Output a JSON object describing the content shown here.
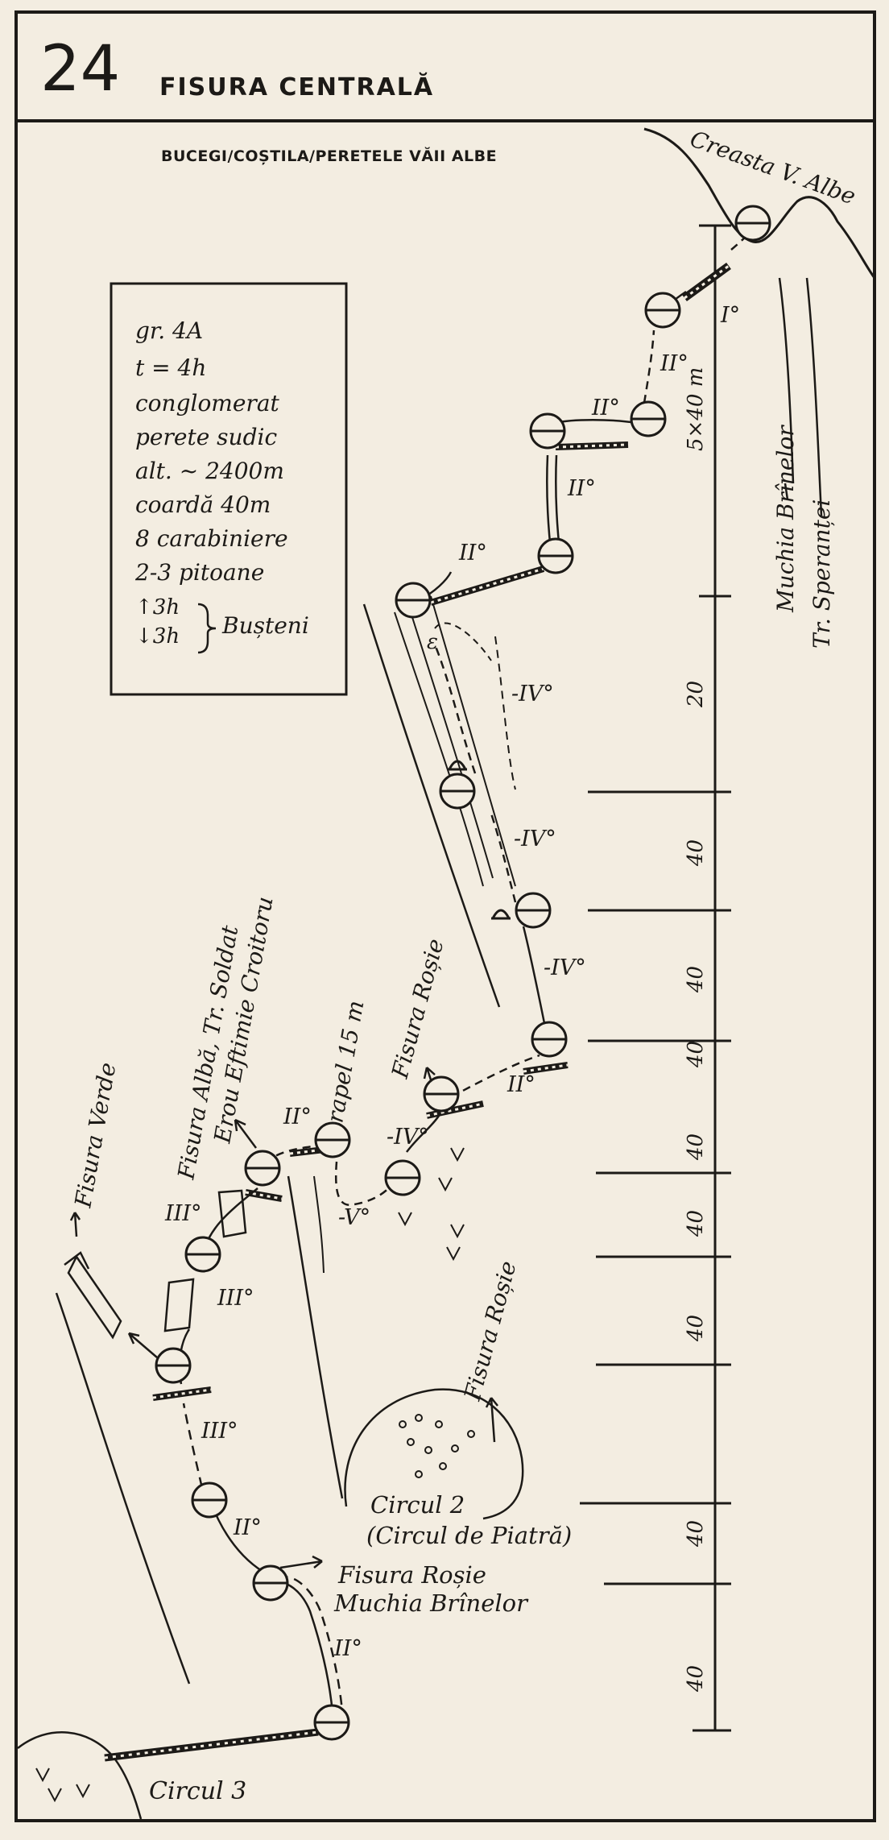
{
  "header": {
    "number": "24",
    "title": "FISURA CENTRALĂ",
    "subtitle": "BUCEGI/COȘTILA/PERETELE VĂII ALBE"
  },
  "info": {
    "lines": [
      "gr. 4A",
      "t = 4h",
      "conglomerat",
      "perete sudic",
      "alt. ~ 2400m",
      "coardă 40m",
      "8 carabiniere",
      "2-3 pitoane"
    ],
    "up": "↑3h",
    "down": "↓3h",
    "town": "Bușteni"
  },
  "labels": {
    "creasta": "Creasta V. Albe",
    "muchia_top": "Muchia Brînelor",
    "tr_sperantei": "Tr. Speranței",
    "five_by_forty": "5×40 m",
    "fisura_rosie_a": "Fisura Roșie",
    "fisura_rosie_b": "Fisura Roșie",
    "fisura_alba": "Fisura Albă, Tr. Soldat",
    "erou": "Erou Eftimie Croitoru",
    "rapel": "rapel 15 m",
    "fisura_verde": "Fisura Verde",
    "circul2": "Circul 2",
    "circul_piatra": "(Circul de Piatră)",
    "fisura_rosie_c": "Fisura Roșie",
    "muchia_bottom": "Muchia Brînelor",
    "circul3": "Circul 3"
  },
  "grades": {
    "g1": "I°",
    "g2": "II°",
    "g3": "II°",
    "g4": "II°",
    "g5": "II°",
    "g6": "-IV°",
    "g7": "-IV°",
    "g8": "-IV°",
    "g9": "II°",
    "g10": "-IV°",
    "g11": "-V°",
    "g12": "II°",
    "g13": "III°",
    "g14": "III°",
    "g15": "III°",
    "g16": "II°",
    "g17": "II°"
  },
  "scale": {
    "ticks": [
      "20",
      "40",
      "40",
      "40",
      "40",
      "40",
      "40",
      "40",
      "40"
    ]
  }
}
